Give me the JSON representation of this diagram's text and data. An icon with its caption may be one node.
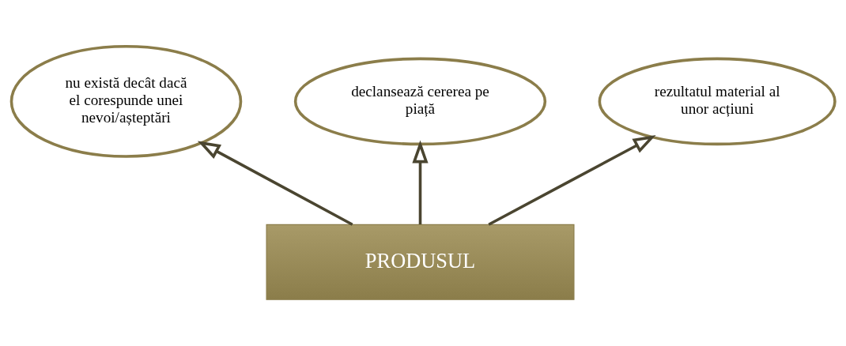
{
  "diagram": {
    "nodes": [
      {
        "text": [
          "nu există decât dacă el corespunde unei nevoi/așteptări"
        ]
      },
      {
        "text": [
          "declansează cererea pe piață"
        ]
      },
      {
        "text": [
          "rezultatul material al unor acțiuni"
        ]
      },
      {
        "text": [
          "PRODUSUL"
        ]
      }
    ],
    "edges": [
      {
        "from": 3,
        "to": 0,
        "arrow": "to"
      },
      {
        "from": 3,
        "to": 1,
        "arrow": "to"
      },
      {
        "from": 3,
        "to": 2,
        "arrow": "to"
      }
    ]
  }
}
